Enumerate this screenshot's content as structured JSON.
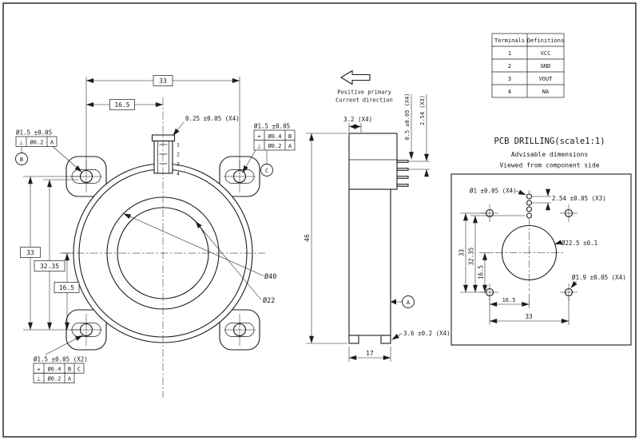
{
  "front_view": {
    "dims": {
      "top_33": "33",
      "top_16_5": "16.5",
      "left_33": "33",
      "left_32_35": "32.35",
      "left_16_5": "16.5"
    },
    "pin_thickness_label": "0.25 ±0.05 (X4)",
    "dia_outer": "Ø40",
    "dia_inner": "Ø22",
    "pin_numbers": [
      "1",
      "2",
      "3",
      "4"
    ],
    "gdt_top_left": {
      "size": "Ø1.5 ±0.05",
      "row1_sym": "⊥",
      "row1_tol": "Ø0.2",
      "row1_datum": "A",
      "balloon": "B"
    },
    "gdt_top_right": {
      "size": "Ø1.5 ±0.05",
      "row1_sym": "⌖",
      "row1_tol": "Ø0.4",
      "row1_datum": "B",
      "row2_sym": "⊥",
      "row2_tol": "Ø0.2",
      "row2_datum": "A",
      "balloon": "C"
    },
    "gdt_bottom_left": {
      "size": "Ø1.5 ±0.05 (X2)",
      "row1_sym": "⌖",
      "row1_tol": "Ø0.4",
      "row1_datum1": "B",
      "row1_datum2": "C",
      "row2_sym": "⊥",
      "row2_tol": "Ø0.2",
      "row2_datum": "A"
    }
  },
  "side_view": {
    "dim_pin_length": "3.2 (X4)",
    "dim_pin_thickness": "0.5 ±0.05 (X4)",
    "dim_pin_pitch": "2.54 (X3)",
    "dim_height": "46",
    "dim_width": "17",
    "dim_foot": "3.6 ±0.2 (X4)",
    "datum": "A",
    "note_line1": "Positive primary",
    "note_line2": "Current direction"
  },
  "terminals_table": {
    "headers": [
      "Terminals",
      "Definitions"
    ],
    "rows": [
      [
        "1",
        "VCC"
      ],
      [
        "2",
        "GND"
      ],
      [
        "3",
        "VOUT"
      ],
      [
        "4",
        "NA"
      ]
    ]
  },
  "pcb": {
    "title": "PCB DRILLING(scale1:1)",
    "subtitle_1": "Advisable dimensions",
    "subtitle_2": "Viewed from component side",
    "label_pin_hole": "Ø1 ±0.05 (X4)",
    "label_pitch": "2.54 ±0.05 (X3)",
    "label_center_hole": "Ø22.5 ±0.1",
    "label_peg_hole": "Ø1.9 ±0.05 (X4)",
    "dim_left_33": "33",
    "dim_left_32_35": "32.35",
    "dim_left_16_5": "16.5",
    "dim_bottom_16_5": "16.5",
    "dim_bottom_33": "33"
  }
}
